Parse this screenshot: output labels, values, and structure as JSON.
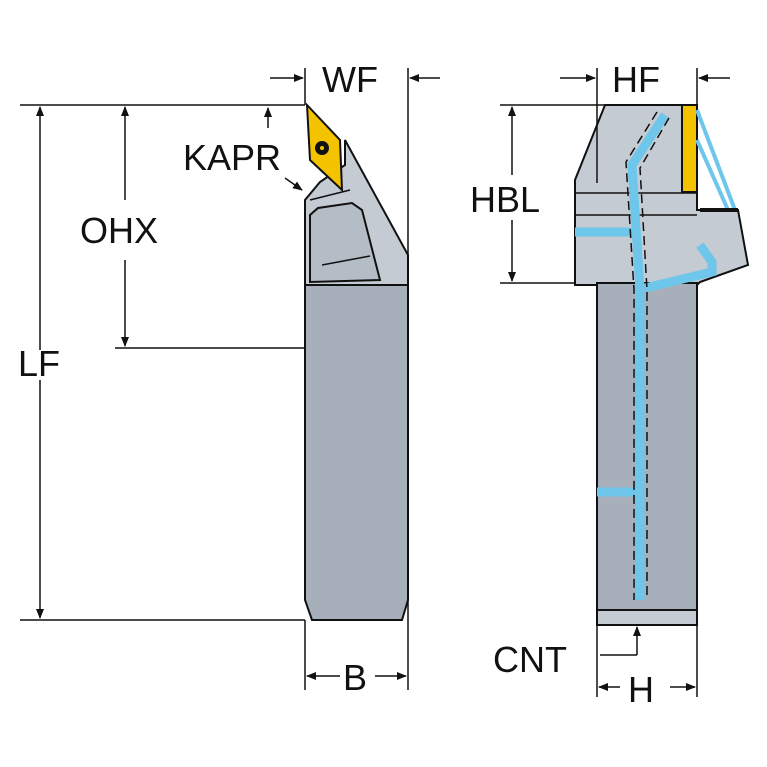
{
  "labels": {
    "wf": "WF",
    "kapr": "KAPR",
    "ohx": "OHX",
    "lf": "LF",
    "b": "B",
    "hf": "HF",
    "hbl": "HBL",
    "cnt": "CNT",
    "h": "H"
  },
  "colors": {
    "body": "#a7b0ba",
    "head": "#c4cbd3",
    "insert": "#f4c300",
    "coolant": "#6ec6ea",
    "line": "#111111"
  }
}
